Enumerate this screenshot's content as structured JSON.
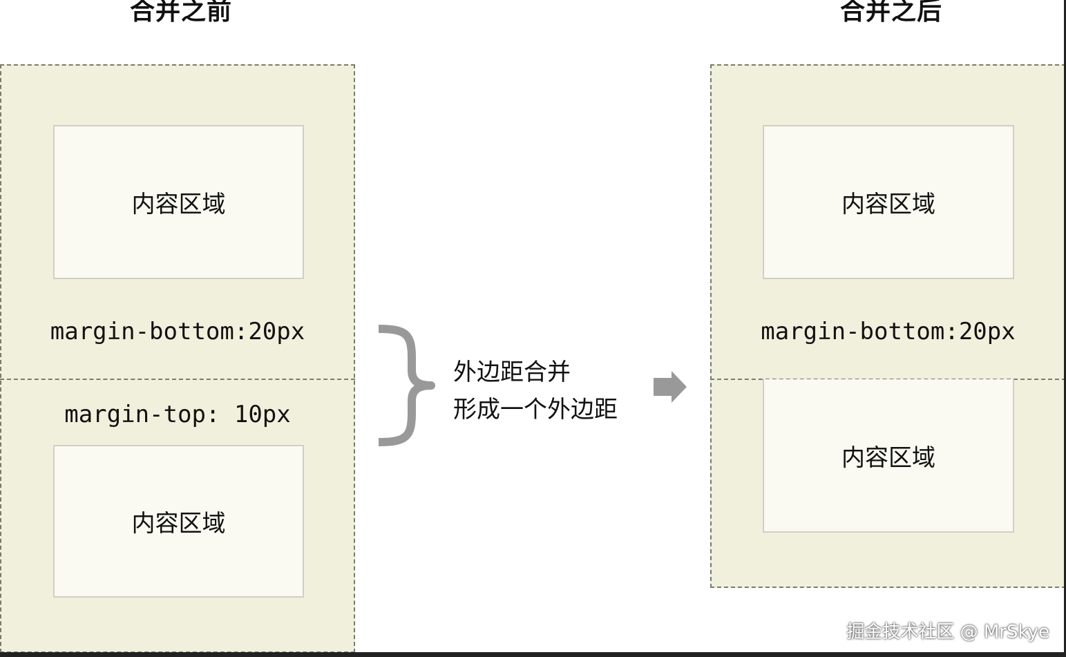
{
  "headings": {
    "before": "合并之前",
    "after": "合并之后"
  },
  "boxes": {
    "content_label": "内容区域"
  },
  "labels": {
    "margin_bottom": "margin-bottom:20px",
    "margin_top": "margin-top: 10px"
  },
  "explanation": {
    "line1": "外边距合并",
    "line2": "形成一个外边距"
  },
  "watermark": "掘金技术社区 @ MrSkye",
  "icons": {
    "brace": "right-curly-brace-icon",
    "arrow": "right-arrow-icon"
  },
  "colors": {
    "margin_fill": "#f0f0dc",
    "content_fill": "#fafaf2",
    "dash_border": "#7a7a70",
    "brace_arrow": "#999999"
  }
}
